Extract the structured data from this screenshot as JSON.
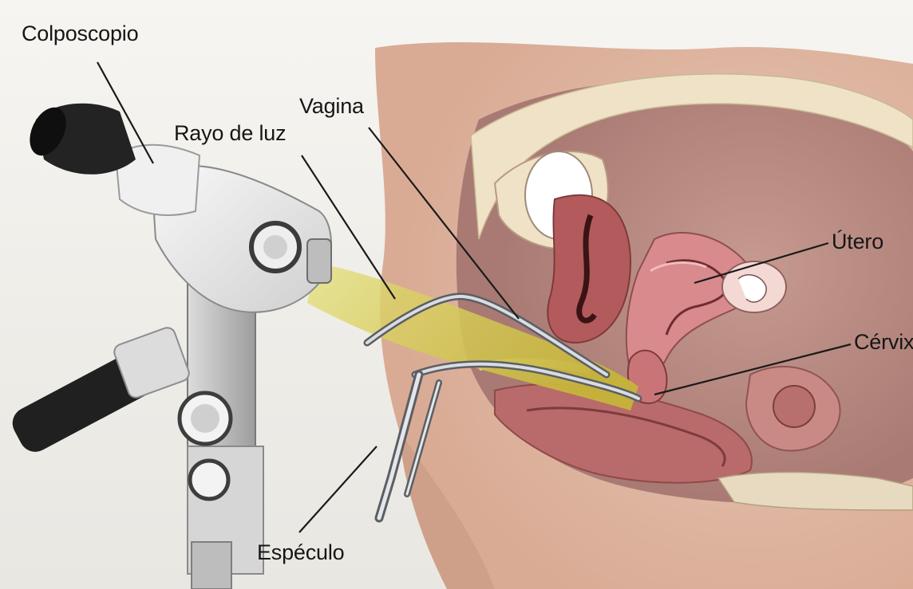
{
  "labels": {
    "colposcope": "Colposcopio",
    "vagina": "Vagina",
    "light_beam": "Rayo de luz",
    "uterus": "Útero",
    "cervix": "Cérvix",
    "speculum": "Espéculo"
  }
}
